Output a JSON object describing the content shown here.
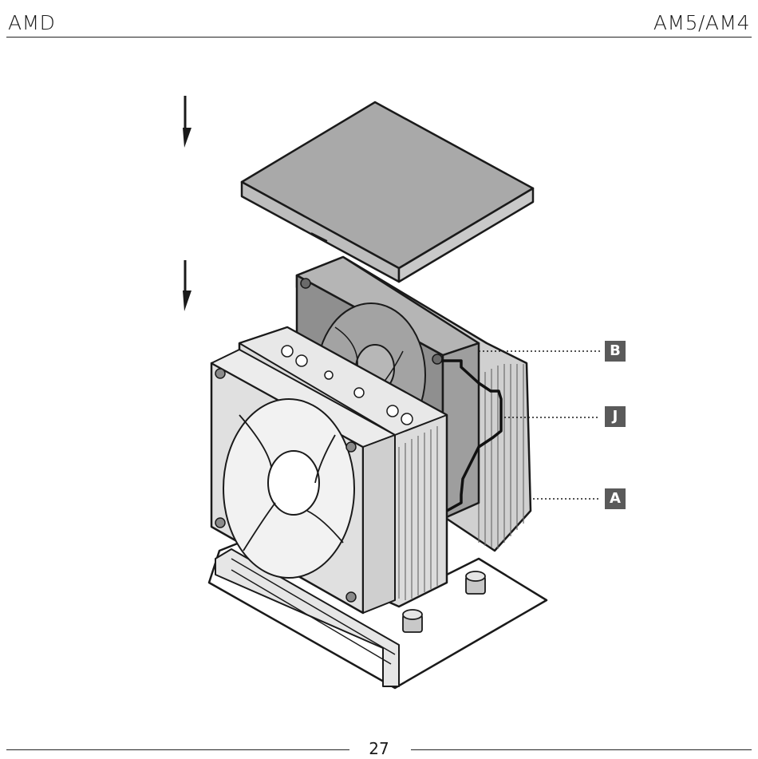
{
  "header": {
    "left_label": "AMD",
    "right_label": "AM5/AM4"
  },
  "footer": {
    "page_number": "27"
  },
  "callouts": [
    {
      "id": "B",
      "label": "B"
    },
    {
      "id": "J",
      "label": "J"
    },
    {
      "id": "A",
      "label": "A"
    }
  ],
  "icons": [
    "down-arrow-icon",
    "down-arrow-icon"
  ],
  "colors": {
    "ink": "#1a1a1a",
    "cover_fill": "#a9a9a9",
    "metal_light": "#d9d9d9",
    "metal_mid": "#bdbdbd",
    "callout_fill": "#5a5a5a"
  }
}
